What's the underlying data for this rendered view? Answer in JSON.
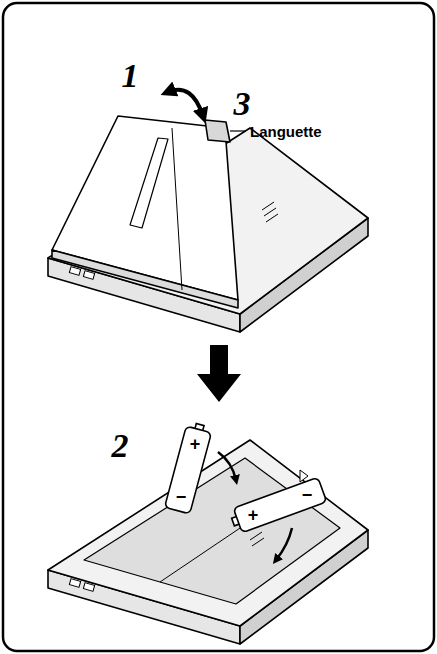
{
  "diagram": {
    "labels": [
      "1",
      "3",
      "Languette",
      "2",
      "+",
      "−",
      "+",
      "−"
    ]
  }
}
